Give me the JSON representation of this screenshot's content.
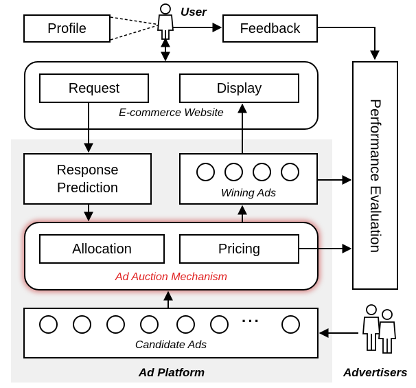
{
  "user": {
    "label": "User"
  },
  "profile": {
    "label": "Profile"
  },
  "feedback": {
    "label": "Feedback"
  },
  "website": {
    "label": "E-commerce Website",
    "request": "Request",
    "display": "Display"
  },
  "response_prediction": {
    "label": "Response Prediction"
  },
  "winning_ads": {
    "label": "Wining Ads",
    "count": 4
  },
  "auction": {
    "label": "Ad Auction Mechanism",
    "allocation": "Allocation",
    "pricing": "Pricing",
    "label_color": "#e02020"
  },
  "candidate_ads": {
    "label": "Candidate Ads",
    "count": 7,
    "ellipsis": "···"
  },
  "platform": {
    "label": "Ad Platform"
  },
  "advertisers": {
    "label": "Advertisers"
  },
  "performance": {
    "label": "Performance Evaluation"
  },
  "icons": {
    "user": "person-icon",
    "advertisers": "people-icon"
  }
}
